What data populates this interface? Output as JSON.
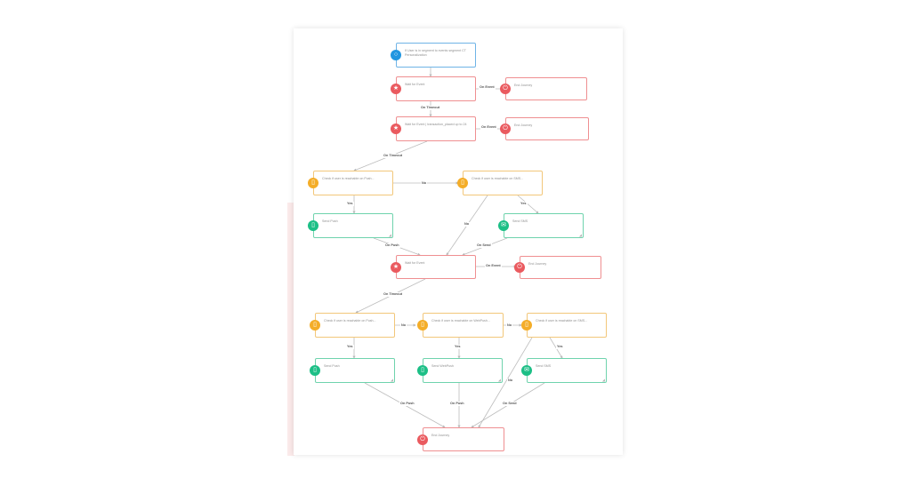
{
  "nodes": {
    "start": {
      "label": "If User is in segment to events segment CT Personalization",
      "icon": "circle-icon"
    },
    "wait1": {
      "label": "Wait for Event",
      "icon": "star-icon"
    },
    "end1": {
      "label": "End Journey",
      "icon": "power-icon"
    },
    "wait2": {
      "label": "Wait for Event | transaction_placed up to 24",
      "icon": "star-icon"
    },
    "end2": {
      "label": "End Journey",
      "icon": "power-icon"
    },
    "check_push1": {
      "label": "Check if user is reachable on Push...",
      "icon": "phone-icon"
    },
    "check_sms1": {
      "label": "Check if user is reachable on SMS...",
      "icon": "phone-icon"
    },
    "send_push1": {
      "label": "Send Push",
      "icon": "phone-icon"
    },
    "send_sms1": {
      "label": "Send SMS",
      "icon": "message-icon"
    },
    "wait3": {
      "label": "Wait for Event",
      "icon": "star-icon"
    },
    "end3": {
      "label": "End Journey",
      "icon": "power-icon"
    },
    "check_push2": {
      "label": "Check if user is reachable on Push...",
      "icon": "phone-icon"
    },
    "check_webpush2": {
      "label": "Check if user is reachable on WebPush...",
      "icon": "phone-icon"
    },
    "check_sms2": {
      "label": "Check if user is reachable on SMS...",
      "icon": "phone-icon"
    },
    "send_push2": {
      "label": "Send Push",
      "icon": "phone-icon"
    },
    "send_webpush2": {
      "label": "Send WebPush",
      "icon": "phone-icon"
    },
    "send_sms2": {
      "label": "Send SMS",
      "icon": "message-icon"
    },
    "end4": {
      "label": "End Journey",
      "icon": "power-icon"
    }
  },
  "edge_labels": {
    "on_event_1": "On Event",
    "on_timeout_1": "On Timeout",
    "on_event_2": "On Event",
    "on_timeout_2": "On Timeout",
    "no_1": "No",
    "yes_1": "Yes",
    "yes_2": "Yes",
    "no_2": "No",
    "on_push_1": "On Push",
    "on_send_1": "On Send",
    "on_event_3": "On Event",
    "on_timeout_3": "On Timeout",
    "no_3": "No",
    "no_4": "No",
    "yes_3": "Yes",
    "yes_4": "Yes",
    "yes_5": "Yes",
    "no_5": "No",
    "on_push_2": "On Push",
    "on_push_3": "On Push",
    "on_send_2": "On Send"
  },
  "colors": {
    "trigger": "#2196e0",
    "wait": "#ea5a5f",
    "check": "#f4ad28",
    "send": "#1cbf86",
    "edge": "#b9b9b9"
  }
}
